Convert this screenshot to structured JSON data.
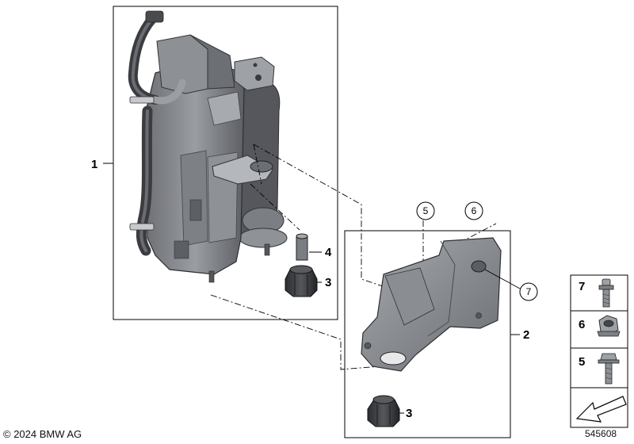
{
  "callouts": {
    "assembly": "1",
    "bracket": "2",
    "rubber_mount_upper": "3",
    "spacer": "4",
    "rubber_mount_lower": "3"
  },
  "circled_refs": {
    "bolt": "5",
    "nut": "6",
    "stud": "7"
  },
  "legend": {
    "items": [
      {
        "number": "7",
        "icon": "stud-bolt-icon"
      },
      {
        "number": "6",
        "icon": "hex-nut-icon"
      },
      {
        "number": "5",
        "icon": "hex-bolt-icon"
      }
    ],
    "bottom_icon": "direction-arrow-icon"
  },
  "footer": {
    "copyright": "© 2024 BMW AG",
    "diagram_number": "545608"
  },
  "colors": {
    "part_dark": "#5f6166",
    "part_mid": "#8b8e93",
    "part_light": "#b8bbbf",
    "line": "#000000"
  }
}
